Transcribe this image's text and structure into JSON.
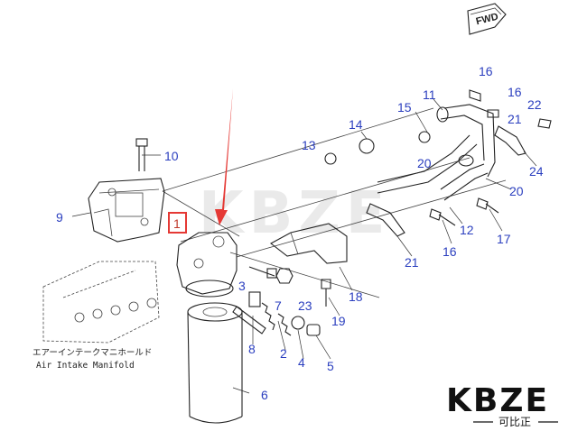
{
  "diagram": {
    "orientation_label": "FWD",
    "callouts": [
      "1",
      "2",
      "3",
      "4",
      "5",
      "6",
      "7",
      "8",
      "9",
      "10",
      "11",
      "12",
      "13",
      "14",
      "15",
      "16",
      "16",
      "16",
      "17",
      "18",
      "19",
      "20",
      "20",
      "21",
      "21",
      "22",
      "23",
      "24"
    ],
    "manifold_label_jp": "エアーインテークマニホールド",
    "manifold_label_en": "Air Intake Manifold",
    "highlighted_callout": "1",
    "highlight_color": "#e53935",
    "callout_color": "#2b3fbf"
  },
  "branding": {
    "watermark_text": "KBZE",
    "logo_text": "KBZE",
    "logo_subtext": "可比正"
  }
}
